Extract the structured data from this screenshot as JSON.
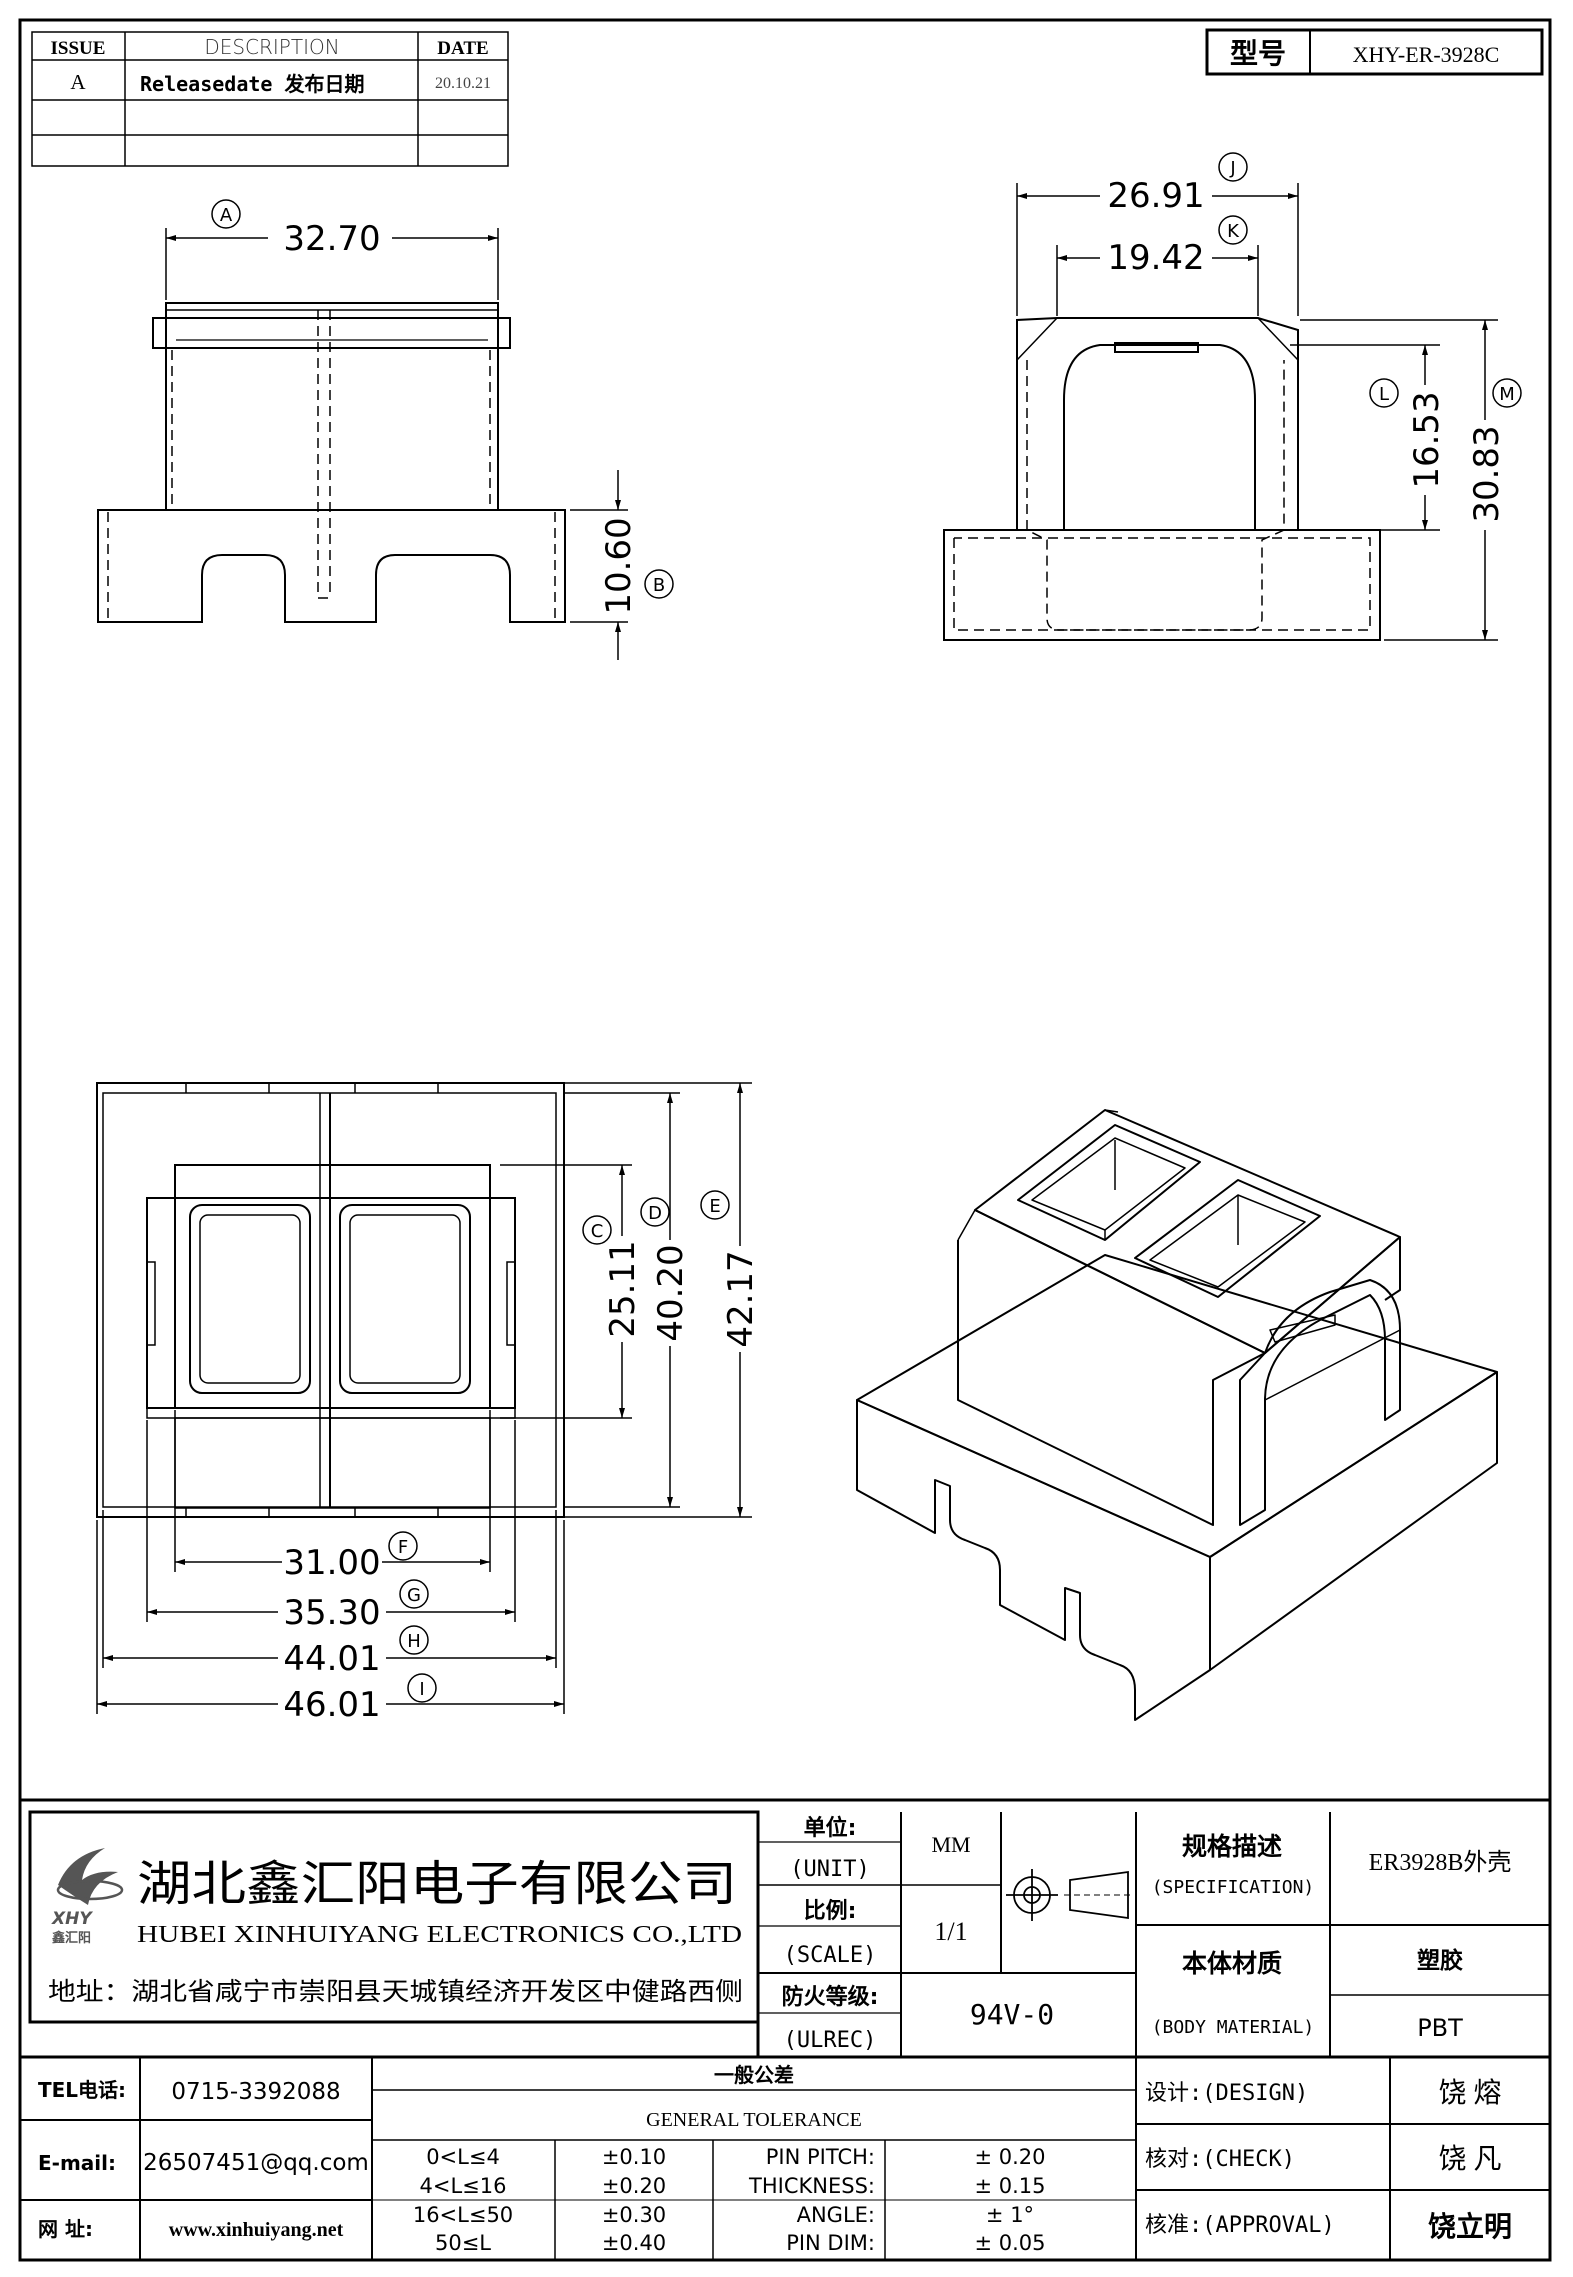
{
  "revision_table": {
    "headers": {
      "issue": "ISSUE",
      "description": "DESCRIPTION",
      "date": "DATE"
    },
    "rows": [
      {
        "issue": "A",
        "description": "Releasedate 发布日期",
        "date": "20.10.21"
      }
    ]
  },
  "model": {
    "label": "型号",
    "value": "XHY-ER-3928C"
  },
  "dimensions": {
    "A": {
      "letter": "A",
      "value": "32.70"
    },
    "B": {
      "letter": "B",
      "value": "10.60"
    },
    "C": {
      "letter": "C",
      "value": "25.11"
    },
    "D": {
      "letter": "D",
      "value": "40.20"
    },
    "E": {
      "letter": "E",
      "value": "42.17"
    },
    "F": {
      "letter": "F",
      "value": "31.00"
    },
    "G": {
      "letter": "G",
      "value": "35.30"
    },
    "H": {
      "letter": "H",
      "value": "44.01"
    },
    "I": {
      "letter": "I",
      "value": "46.01"
    },
    "J": {
      "letter": "J",
      "value": "26.91"
    },
    "K": {
      "letter": "K",
      "value": "19.42"
    },
    "L": {
      "letter": "L",
      "value": "16.53"
    },
    "M": {
      "letter": "M",
      "value": "30.83"
    }
  },
  "company": {
    "logo_text": "XHY",
    "logo_sub": "鑫汇阳",
    "name_cn": "湖北鑫汇阳电子有限公司",
    "name_en": "HUBEI XINHUIYANG ELECTRONICS CO.,LTD",
    "address": "地址：湖北省咸宁市崇阳县天城镇经济开发区中健路西侧"
  },
  "title_block": {
    "unit_label": "单位:",
    "unit_label_en": "(UNIT)",
    "unit_value": "MM",
    "scale_label": "比例:",
    "scale_label_en": "(SCALE)",
    "scale_value": "1/1",
    "fire_label": "防火等级:",
    "fire_label_en": "(ULREC)",
    "fire_value": "94V-0",
    "spec_label": "规格描述",
    "spec_label_en": "(SPECIFICATION)",
    "spec_value": "ER3928B外壳",
    "material_label": "本体材质",
    "material_label_en": "(BODY MATERIAL)",
    "material_value_cn": "塑胶",
    "material_value_en": "PBT"
  },
  "contact": {
    "tel_label": "TEL电话:",
    "tel_value": "0715-3392088",
    "email_label": "E-mail:",
    "email_value": "26507451@qq.com",
    "web_label": "网   址:",
    "web_value": "www.xinhuiyang.net"
  },
  "tolerance": {
    "title_cn": "一般公差",
    "title_en": "GENERAL TOLERANCE",
    "ranges": [
      {
        "range": "0<L≤4",
        "tol": "±0.10"
      },
      {
        "range": "4<L≤16",
        "tol": "±0.20"
      },
      {
        "range": "16<L≤50",
        "tol": "±0.30"
      },
      {
        "range": "50≤L",
        "tol": "±0.40"
      }
    ],
    "other": [
      {
        "name": "PIN PITCH:",
        "tol": "±  0.20"
      },
      {
        "name": "THICKNESS:",
        "tol": "±  0.15"
      },
      {
        "name": "ANGLE:",
        "tol": "±  1°"
      },
      {
        "name": "PIN DIM:",
        "tol": "±  0.05"
      }
    ]
  },
  "approvals": {
    "design_label": "设计:(DESIGN)",
    "design_name": "饶  熔",
    "check_label": "核对:(CHECK)",
    "check_name": "饶  凡",
    "approval_label": "核准:(APPROVAL)",
    "approval_name": "饶立明"
  }
}
